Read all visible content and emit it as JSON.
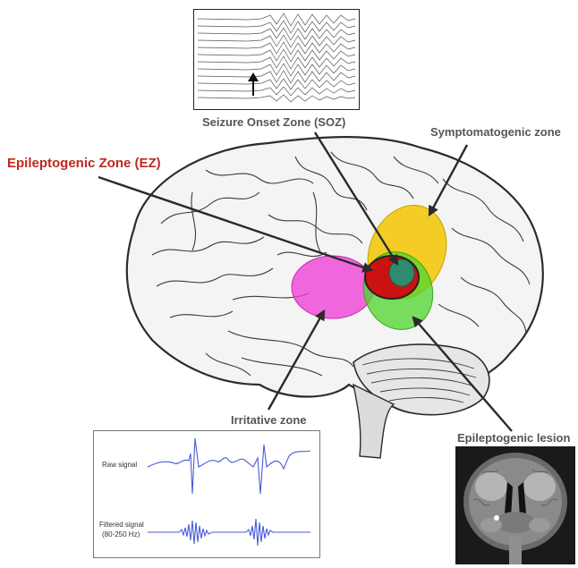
{
  "labels": {
    "soz": "Seizure Onset Zone (SOZ)",
    "ez": "Epileptogenic Zone (EZ)",
    "symptomatogenic": "Symptomatogenic zone",
    "irritative": "Irritative zone",
    "lesion": "Epileptogenic lesion"
  },
  "hfo_panel": {
    "raw_label": "Raw signal",
    "filtered_label_1": "Filtered signal",
    "filtered_label_2": "(80-250 Hz)"
  },
  "colors": {
    "ez_text": "#c0271d",
    "ez_fill": "#cc1111",
    "soz_fill": "#2e8b6e",
    "symptomatogenic_fill": "#f2c500",
    "irritative_fill": "#ee3fd6",
    "lesion_fill": "#4fd62a",
    "signal_line": "#4a5bd8"
  }
}
